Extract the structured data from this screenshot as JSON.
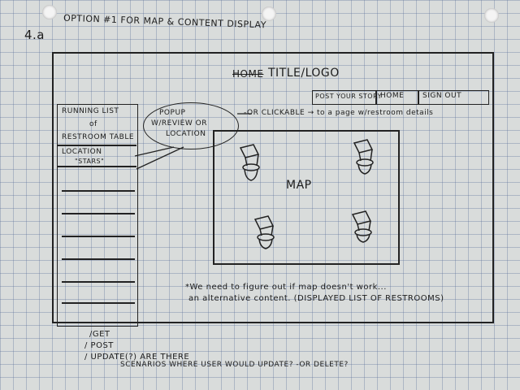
{
  "page": {
    "number": "4.a",
    "heading": "OPTION #1 FOR MAP & CONTENT DISPLAY"
  },
  "header": {
    "crossed_word": "HOME",
    "title": "TITLE/LOGO"
  },
  "nav": {
    "post": "POST YOUR STORY",
    "home": "HOME",
    "signout": "SIGN OUT"
  },
  "sidebar": {
    "heading_line1": "RUNNING LIST",
    "heading_line2": "of",
    "heading_line3": "RESTROOM TABLE",
    "location": "LOCATION",
    "stars": "\"STARS\""
  },
  "popup": {
    "line1": "POPUP",
    "line2": "W/REVIEW OR",
    "line3": "LOCATION"
  },
  "note_clickable": "-OR CLICKABLE → to a page w/restroom details",
  "map": {
    "label": "MAP"
  },
  "note_alt": {
    "line1": "*We need to figure out if map doesn't work...",
    "line2": "an alternative content. (DISPLAYED LIST OF RESTROOMS)"
  },
  "methods": {
    "get": "/GET",
    "post": "/ POST",
    "update": "/ UPDATE(?) ARE THERE",
    "scenarios": "SCENARIOS WHERE USER WOULD UPDATE? -OR DELETE?"
  },
  "icons": [
    "toilet-icon",
    "toilet-icon",
    "toilet-icon",
    "toilet-icon"
  ]
}
